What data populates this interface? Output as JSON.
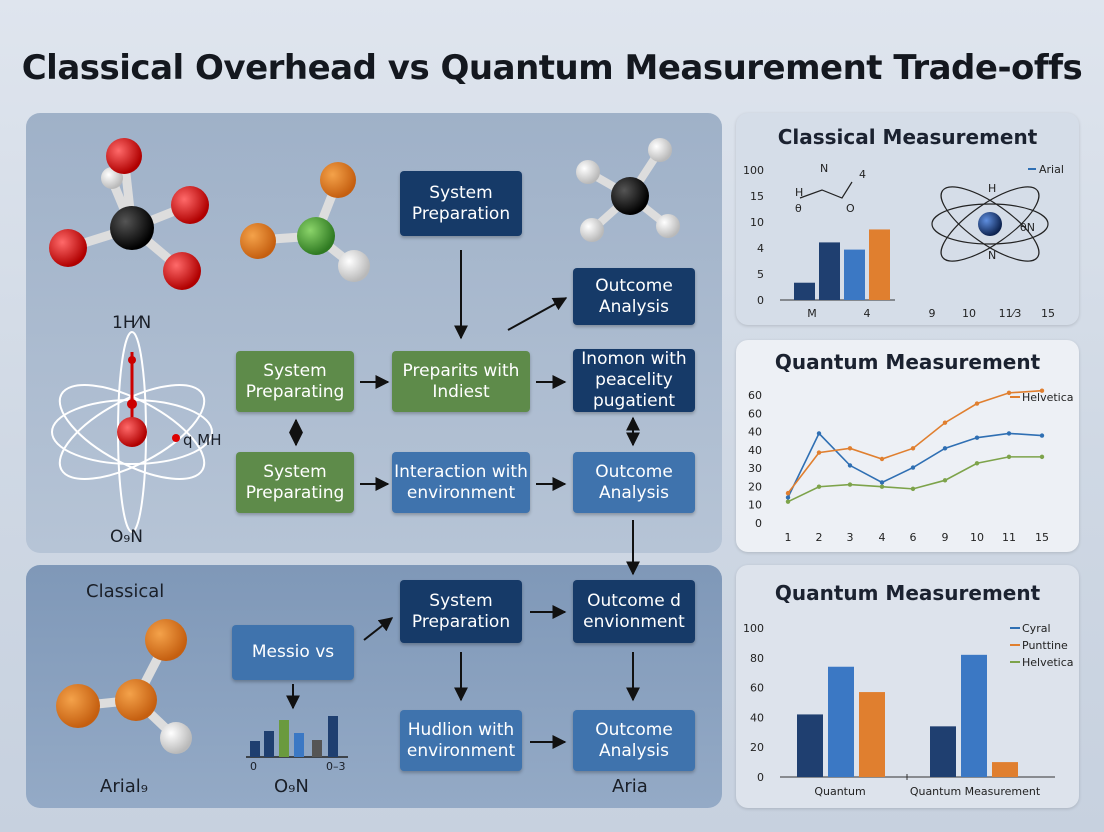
{
  "title": "Classical Overhead vs Quantum Measurement Trade-offs",
  "upper": {
    "labels": {
      "formula_1": "1H⁄N",
      "formula_2": "q MH",
      "formula_3": "O₉N"
    },
    "boxes": {
      "sys_prep_top": "System Preparation",
      "outcome_top": "Outcome Analysis",
      "sys_preparing_1": "System Preparating",
      "preparits": "Preparits with Indiest",
      "inomon": "Inomon with peacelity pugatient",
      "sys_preparing_2": "System Preparating",
      "interaction": "Interaction with environment",
      "outcome_mid": "Outcome Analysis"
    }
  },
  "lower": {
    "label_classical": "Classical",
    "label_arial": "Arial₉",
    "label_ogn": "O₉N",
    "label_aria": "Aria",
    "bar_ticks": [
      "0",
      "0–3"
    ],
    "boxes": {
      "messio": "Messio vs",
      "sys_prep": "System Preparation",
      "outcome_env": "Outcome d envionment",
      "hudlion": "Hudlion with environment",
      "outcome_low": "Outcome Analysis"
    }
  },
  "chart_data": [
    {
      "type": "bar",
      "title": "Classical Measurement",
      "y_ticks": [
        "100",
        "15",
        "10",
        "4",
        "5",
        "0"
      ],
      "x_ticks": [
        "M",
        "4",
        "9",
        "10",
        "11⁄3",
        "15"
      ],
      "legend": [
        "Arial"
      ],
      "series": [
        {
          "color": "#1f3f70",
          "values": [
            1.2
          ]
        },
        {
          "color": "#1f3f70",
          "values": [
            4.0
          ]
        },
        {
          "color": "#3b78c4",
          "values": [
            3.5
          ]
        },
        {
          "color": "#e07f2f",
          "values": [
            4.9
          ]
        }
      ],
      "diagram_labels": [
        "N",
        "4",
        "H",
        "θ",
        "O",
        "H",
        "θN",
        "N"
      ]
    },
    {
      "type": "line",
      "title": "Quantum Measurement",
      "x_ticks": [
        "1",
        "2",
        "3",
        "4",
        "6",
        "9",
        "10",
        "11",
        "15"
      ],
      "y_ticks": [
        "60",
        "60",
        "40",
        "40",
        "30",
        "20",
        "10",
        "0"
      ],
      "ylim": [
        0,
        60
      ],
      "legend": [
        "Helvetica"
      ],
      "series": [
        {
          "color": "#2f6fb3",
          "values": [
            12,
            42,
            27,
            19,
            26,
            35,
            40,
            42,
            41
          ]
        },
        {
          "color": "#e07f2f",
          "values": [
            14,
            33,
            35,
            30,
            35,
            47,
            56,
            61,
            62
          ]
        },
        {
          "color": "#7da34a",
          "values": [
            10,
            17,
            18,
            17,
            16,
            20,
            28,
            31,
            31
          ]
        }
      ]
    },
    {
      "type": "bar",
      "title": "Quantum Measurement",
      "categories": [
        "Quantum",
        "Quantum Measurement"
      ],
      "y_ticks": [
        "100",
        "80",
        "60",
        "40",
        "20",
        "0"
      ],
      "ylim": [
        0,
        100
      ],
      "legend": [
        "Cyral",
        "Punttine",
        "Helvetica"
      ],
      "legend_colors": [
        "#2f6fb3",
        "#e07f2f",
        "#7da34a"
      ],
      "series": [
        {
          "color": "#1f3f70",
          "values": [
            42,
            34
          ]
        },
        {
          "color": "#3b78c4",
          "values": [
            74,
            82
          ]
        },
        {
          "color": "#e07f2f",
          "values": [
            57,
            10
          ]
        }
      ]
    }
  ]
}
